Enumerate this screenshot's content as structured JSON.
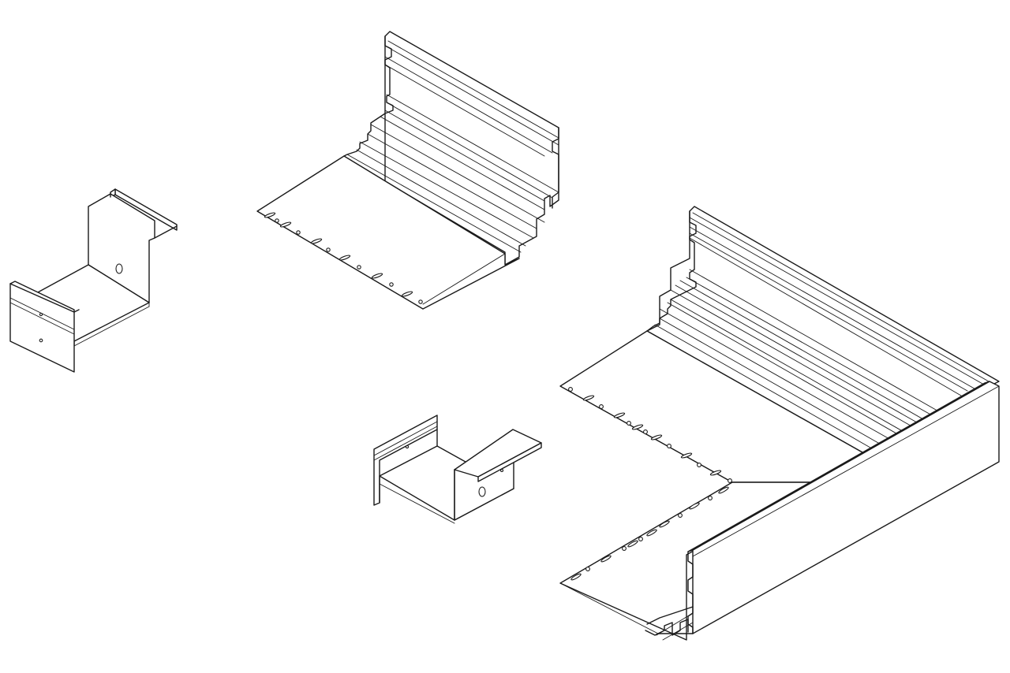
{
  "drawing": {
    "style": "isometric line drawing",
    "line_color": "#1a1a1a",
    "background": "#ffffff",
    "parts": [
      {
        "name": "small-bracket-left",
        "icon": "u-bracket-icon"
      },
      {
        "name": "corner-profile-top",
        "icon": "profile-icon"
      },
      {
        "name": "small-bracket-center",
        "icon": "u-bracket-icon"
      },
      {
        "name": "corner-profile-large",
        "icon": "profile-icon"
      }
    ]
  }
}
